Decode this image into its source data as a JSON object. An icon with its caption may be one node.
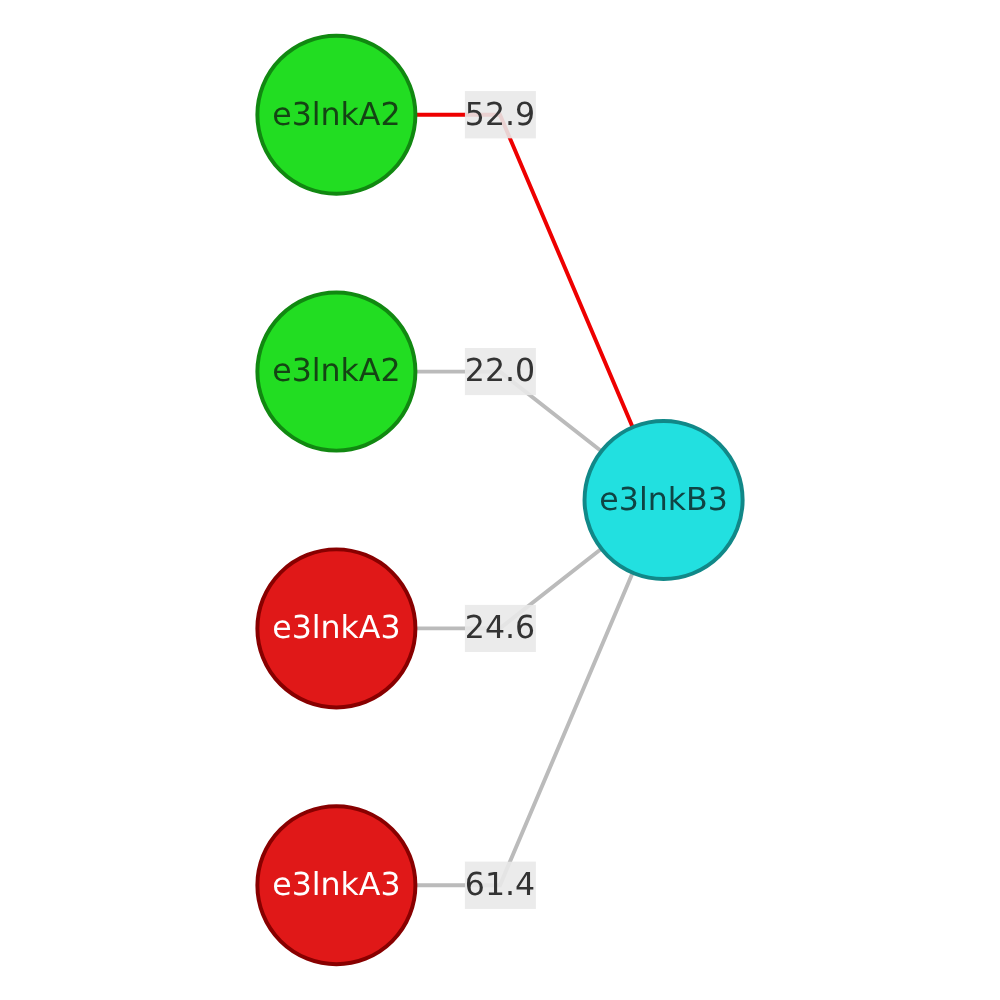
{
  "diagram": {
    "nodes": [
      {
        "text": [
          "e3lnkA2"
        ]
      },
      {
        "text": [
          "e3lnkA2"
        ]
      },
      {
        "text": [
          "e3lnkA3"
        ]
      },
      {
        "text": [
          "e3lnkB3"
        ]
      },
      {
        "text": [
          "e3lnkA3"
        ]
      }
    ],
    "edges": [
      {
        "from": 0,
        "to": 3,
        "arrow": "none",
        "label": "52.9",
        "color": "#ee0000"
      },
      {
        "from": 1,
        "to": 3,
        "arrow": "none",
        "label": "22.0"
      },
      {
        "from": 2,
        "to": 3,
        "arrow": "none",
        "label": "24.6"
      },
      {
        "from": 4,
        "to": 3,
        "arrow": "none",
        "label": "61.4"
      }
    ]
  }
}
